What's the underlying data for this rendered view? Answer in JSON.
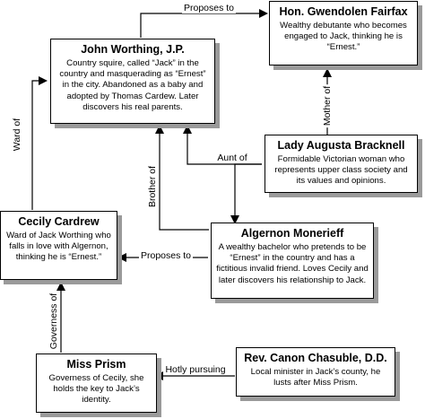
{
  "nodes": {
    "gwendolen": {
      "title": "Hon. Gwendolen Fairfax",
      "desc": "Wealthy debutante who becomes engaged to Jack, thinking he is “Ernest.”"
    },
    "jack": {
      "title": "John Worthing, J.P.",
      "desc": "Country squire, called “Jack” in the country and masquerading as “Ernest” in the city. Abandoned as a baby and adopted by Thomas Cardew. Later discovers his real parents."
    },
    "bracknell": {
      "title": "Lady Augusta Bracknell",
      "desc": "Formidable Victorian woman who represents upper class society and its values and opinions."
    },
    "cecily": {
      "title": "Cecily Cardrew",
      "desc": "Ward of Jack Worthing who falls in love with Algernon, thinking he is “Ernest.”"
    },
    "algernon": {
      "title": "Algernon Monerieff",
      "desc": "A wealthy bachelor who pretends to be “Ernest” in the country and has a fictitious invalid friend. Loves Cecily and later discovers his relationship to Jack."
    },
    "prism": {
      "title": "Miss Prism",
      "desc": "Governess of Cecily, she holds the key to Jack’s identity."
    },
    "chasuble": {
      "title": "Rev. Canon Chasuble, D.D.",
      "desc": "Local minister in Jack’s county, he lusts after Miss Prism."
    }
  },
  "edges": {
    "proposes_to_1": "Proposes to",
    "mother_of": "Mother of",
    "aunt_of": "Aunt of",
    "brother_of": "Brother of",
    "ward_of": "Ward of",
    "proposes_to_2": "Proposes to",
    "governess_of": "Governess of",
    "hotly_pursuing": "Hotly pursuing"
  }
}
